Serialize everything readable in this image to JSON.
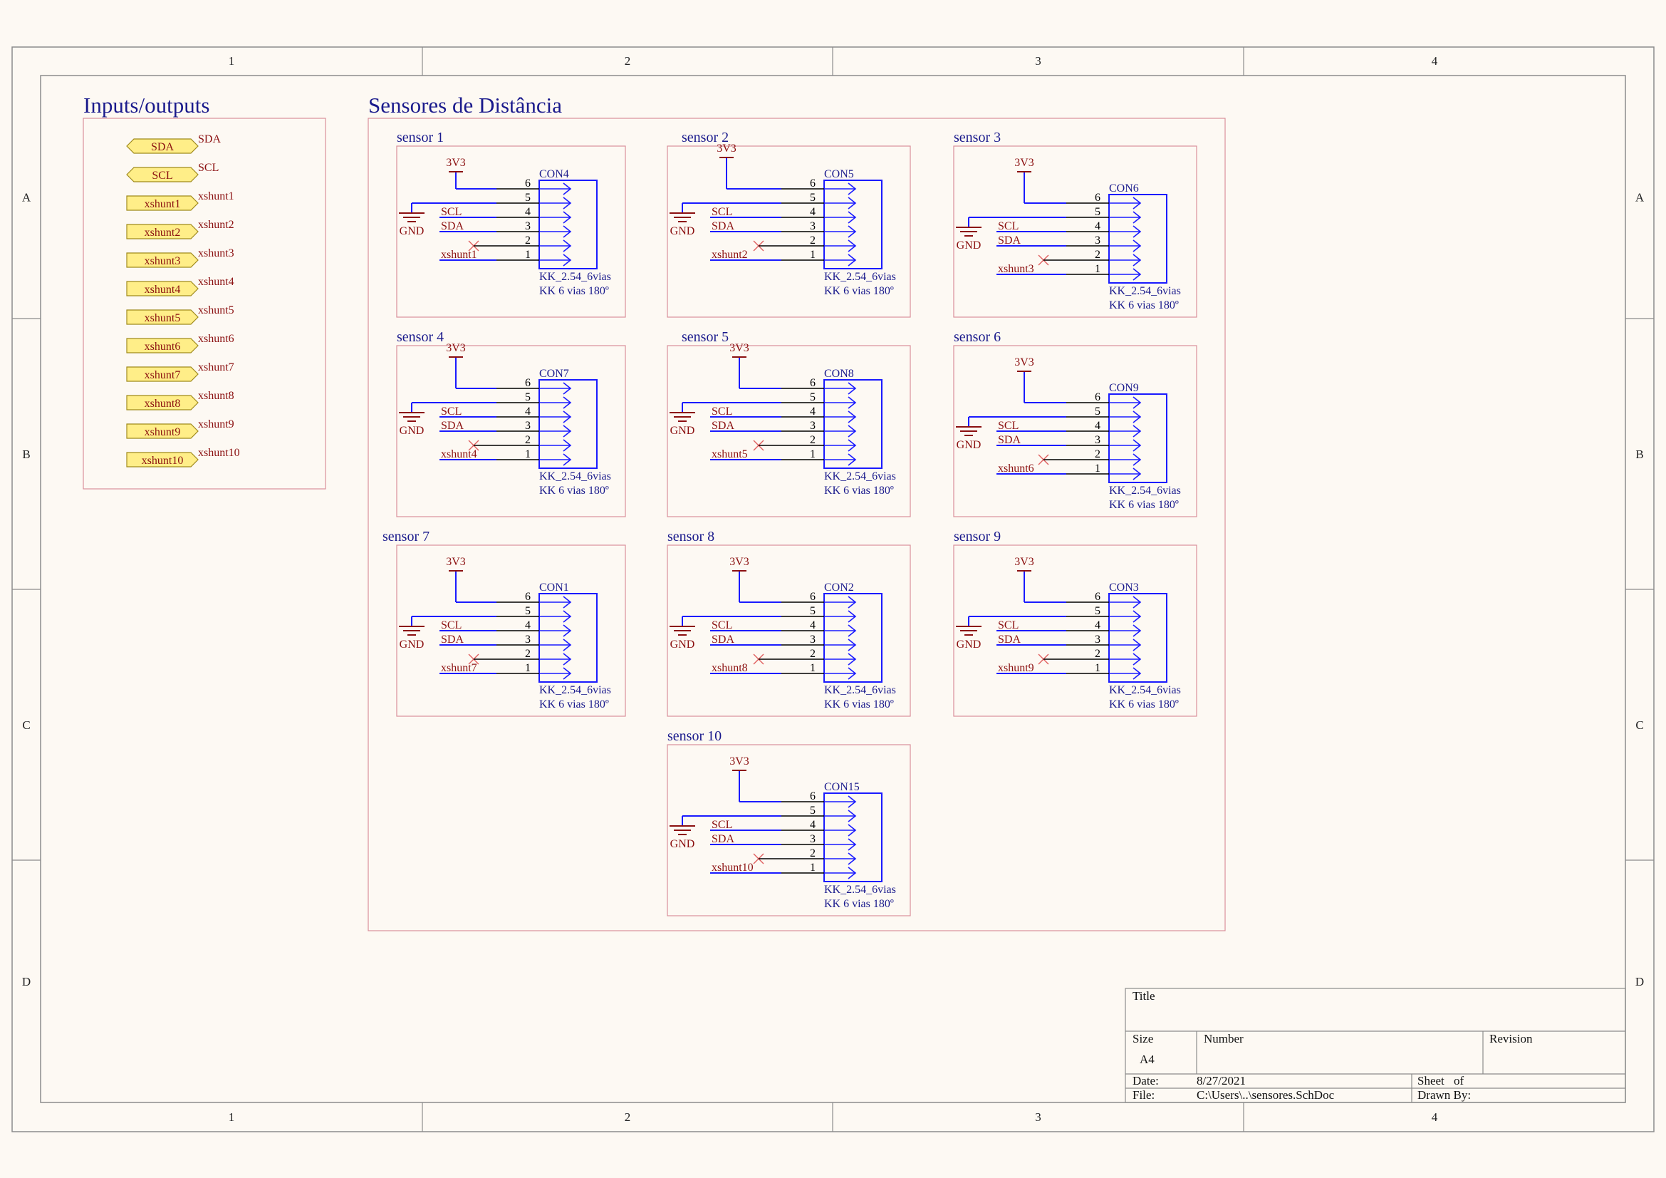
{
  "colors": {
    "paper": "#fdf9f3",
    "frame": "#8c8c8c",
    "box": "#d98f9b",
    "wire": "#1a1aff",
    "net": "#8b1010",
    "pin": "#000000",
    "heading": "#1a1a8c",
    "port_fill": "#ffee88",
    "port_stroke": "#a08a1c",
    "port_text": "#8b1010",
    "nc": "#e06060"
  },
  "border": {
    "columns": [
      "1",
      "2",
      "3",
      "4"
    ],
    "rows": [
      "A",
      "B",
      "C",
      "D"
    ]
  },
  "io_section": {
    "title": "Inputs/outputs",
    "ports": [
      {
        "label": "SDA",
        "net": "SDA",
        "shape": "bidir"
      },
      {
        "label": "SCL",
        "net": "SCL",
        "shape": "bidir"
      },
      {
        "label": "xshunt1",
        "net": "xshunt1",
        "shape": "output"
      },
      {
        "label": "xshunt2",
        "net": "xshunt2",
        "shape": "output"
      },
      {
        "label": "xshunt3",
        "net": "xshunt3",
        "shape": "output"
      },
      {
        "label": "xshunt4",
        "net": "xshunt4",
        "shape": "output"
      },
      {
        "label": "xshunt5",
        "net": "xshunt5",
        "shape": "output"
      },
      {
        "label": "xshunt6",
        "net": "xshunt6",
        "shape": "output"
      },
      {
        "label": "xshunt7",
        "net": "xshunt7",
        "shape": "output"
      },
      {
        "label": "xshunt8",
        "net": "xshunt8",
        "shape": "output"
      },
      {
        "label": "xshunt9",
        "net": "xshunt9",
        "shape": "output"
      },
      {
        "label": "xshunt10",
        "net": "xshunt10",
        "shape": "output"
      }
    ]
  },
  "sensors_section": {
    "title": "Sensores de Distância",
    "power_label": "3V3",
    "ground_label": "GND",
    "scl_label": "SCL",
    "sda_label": "SDA",
    "pins": [
      "6",
      "5",
      "4",
      "3",
      "2",
      "1"
    ],
    "footprint": "KK_2.54_6vias",
    "description": "KK 6 vias 180º",
    "sensors": [
      {
        "title": "sensor 1",
        "ref": "CON4",
        "xshunt": "xshunt1"
      },
      {
        "title": "sensor 2",
        "ref": "CON5",
        "xshunt": "xshunt2"
      },
      {
        "title": "sensor 3",
        "ref": "CON6",
        "xshunt": "xshunt3"
      },
      {
        "title": "sensor 4",
        "ref": "CON7",
        "xshunt": "xshunt4"
      },
      {
        "title": "sensor 5",
        "ref": "CON8",
        "xshunt": "xshunt5"
      },
      {
        "title": "sensor 6",
        "ref": "CON9",
        "xshunt": "xshunt6"
      },
      {
        "title": "sensor 7",
        "ref": "CON1",
        "xshunt": "xshunt7"
      },
      {
        "title": "sensor 8",
        "ref": "CON2",
        "xshunt": "xshunt8"
      },
      {
        "title": "sensor 9",
        "ref": "CON3",
        "xshunt": "xshunt9"
      },
      {
        "title": "sensor 10",
        "ref": "CON15",
        "xshunt": "xshunt10"
      }
    ]
  },
  "title_block": {
    "title_label": "Title",
    "title_value": "",
    "size_label": "Size",
    "size_value": "A4",
    "number_label": "Number",
    "number_value": "",
    "revision_label": "Revision",
    "revision_value": "",
    "date_label": "Date:",
    "date_value": "8/27/2021",
    "sheet_label": "Sheet",
    "sheet_of": "of",
    "file_label": "File:",
    "file_value": "C:\\Users\\..\\sensores.SchDoc",
    "drawn_by_label": "Drawn By:"
  }
}
